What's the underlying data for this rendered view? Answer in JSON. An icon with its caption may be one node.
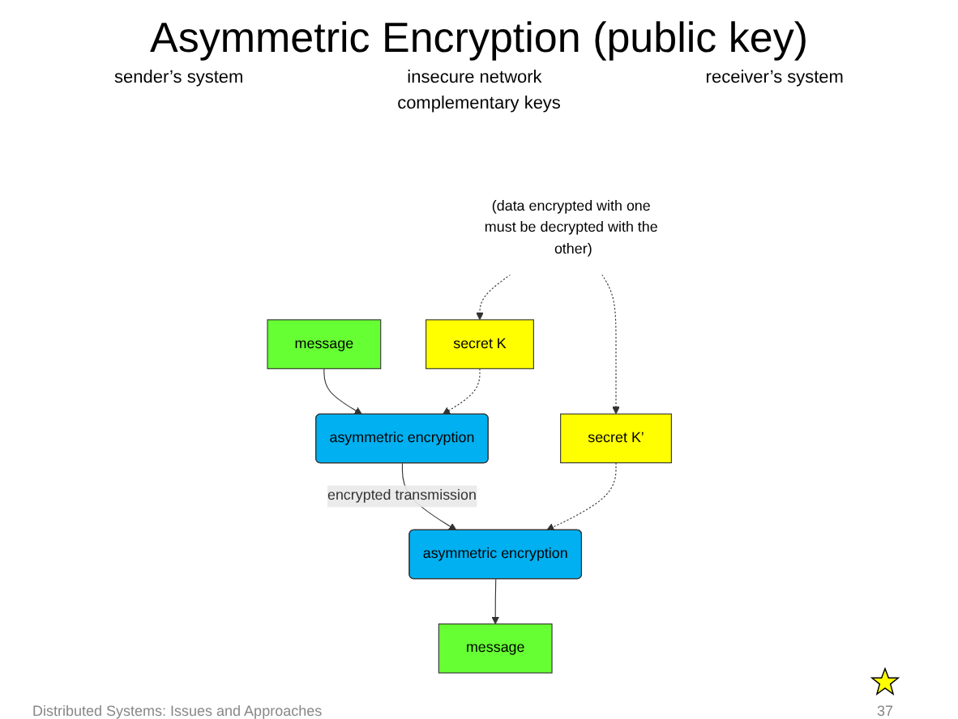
{
  "diagram": {
    "title": "Asymmetric Encryption (public key)",
    "nodes": [
      {
        "text": [
          "message"
        ]
      },
      {
        "text": [
          "asymmetric encryption"
        ]
      },
      {
        "text": [
          "secret K"
        ]
      },
      {
        "text": [
          "message"
        ]
      },
      {
        "text": [
          "asymmetric encryption"
        ]
      },
      {
        "text": [
          "secret K’"
        ]
      },
      {
        "text": [
          "(data encrypted with one must be decrypted with the other)"
        ]
      }
    ],
    "edges": [
      {
        "from": 0,
        "to": 1,
        "arrow": "to"
      },
      {
        "from": 1,
        "to": 4,
        "arrow": "to",
        "label": "encrypted transmission"
      },
      {
        "from": 4,
        "to": 3,
        "arrow": "to"
      },
      {
        "from": 2,
        "to": 1,
        "arrow": "to",
        "style": "dashed"
      },
      {
        "from": 5,
        "to": 4,
        "arrow": "to",
        "style": "dashed"
      },
      {
        "from": 6,
        "to": 2,
        "arrow": "to",
        "style": "dashed"
      },
      {
        "from": 6,
        "to": 5,
        "arrow": "to",
        "style": "dashed"
      }
    ],
    "labels": [
      "sender’s system",
      "insecure network",
      "receiver’s system",
      "complementary keys",
      "Distributed Systems: Issues and Approaches",
      "37"
    ]
  }
}
